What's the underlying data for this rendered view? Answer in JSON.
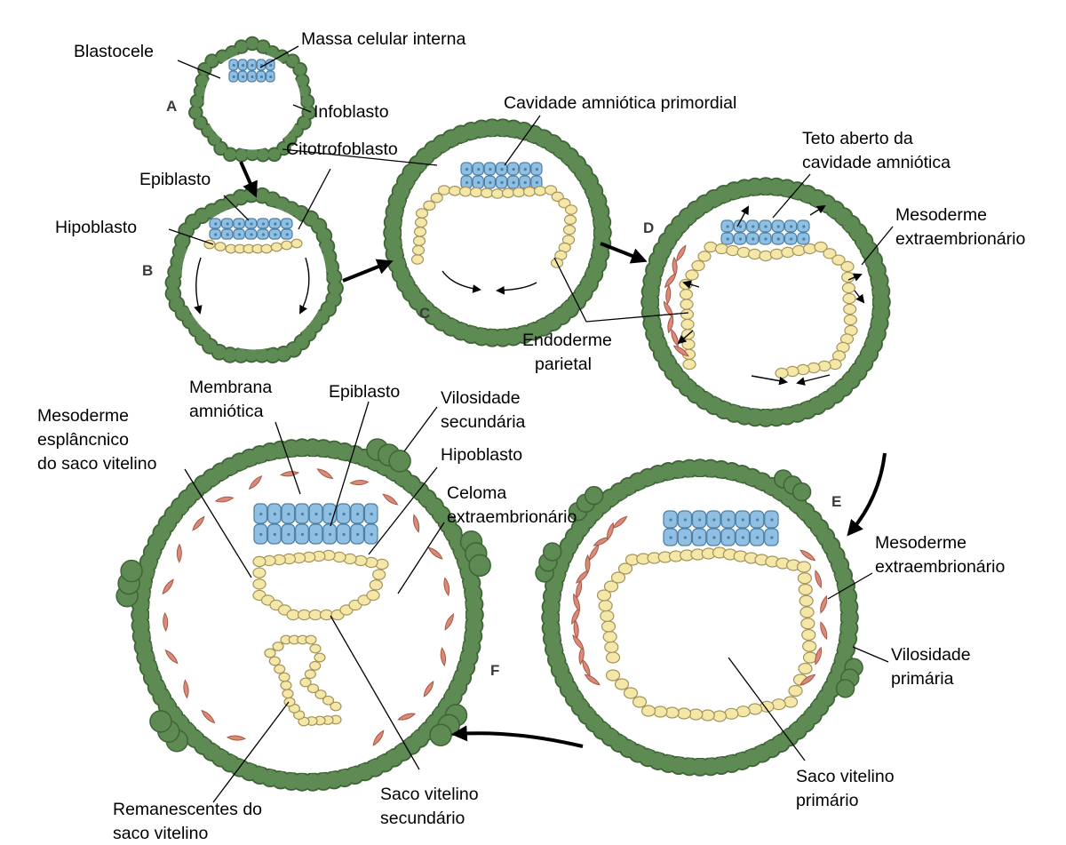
{
  "colors": {
    "trophoblast": "#5e8a53",
    "trophoblast_dark": "#3f6537",
    "trophoblast_light": "#7fa373",
    "cavity": "#ffffff",
    "epiblast": "#8fbfe2",
    "epiblast_light": "#c4def1",
    "epiblast_stroke": "#4d7ea3",
    "hypoblast": "#f5e7a7",
    "hypoblast_stroke": "#a4945a",
    "mesoderm": "#dc8a78",
    "mesoderm_stroke": "#a65847",
    "arrow": "#000000"
  },
  "stages": {
    "a": "A",
    "b": "B",
    "c": "C",
    "d": "D",
    "e": "E",
    "f": "F"
  },
  "labels": {
    "blastocele": "Blastocele",
    "massa_celular_interna": "Massa celular interna",
    "infoblasto": "Infoblasto",
    "citotrofoblasto": "Citotrofoblasto",
    "epiblasto_b": "Epiblasto",
    "hipoblasto_b": "Hipoblasto",
    "cavidade_amniotica_primordial": "Cavidade amniótica primordial",
    "teto_aberto_1": "Teto aberto da",
    "teto_aberto_2": "cavidade amniótica",
    "mesoderme_extra_d_1": "Mesoderme",
    "mesoderme_extra_d_2": "extraembrionário",
    "endoderme_parietal_1": "Endoderme",
    "endoderme_parietal_2": "parietal",
    "membrana_amniotica_1": "Membrana",
    "membrana_amniotica_2": "amniótica",
    "epiblasto_f": "Epiblasto",
    "vilosidade_secundaria_1": "Vilosidade",
    "vilosidade_secundaria_2": "secundária",
    "hipoblasto_f": "Hipoblasto",
    "celoma_1": "Celoma",
    "celoma_2": "extraembrionário",
    "mesoderme_esplancnico_1": "Mesoderme",
    "mesoderme_esplancnico_2": "esplâncnico",
    "mesoderme_esplancnico_3": "do saco vitelino",
    "mesoderme_extra_e_1": "Mesoderme",
    "mesoderme_extra_e_2": "extraembrionário",
    "vilosidade_primaria_1": "Vilosidade",
    "vilosidade_primaria_2": "primária",
    "saco_vitelino_primario_1": "Saco vitelino",
    "saco_vitelino_primario_2": "primário",
    "saco_vitelino_secundario_1": "Saco vitelino",
    "saco_vitelino_secundario_2": "secundário",
    "remanescentes_1": "Remanescentes do",
    "remanescentes_2": "saco vitelino"
  }
}
